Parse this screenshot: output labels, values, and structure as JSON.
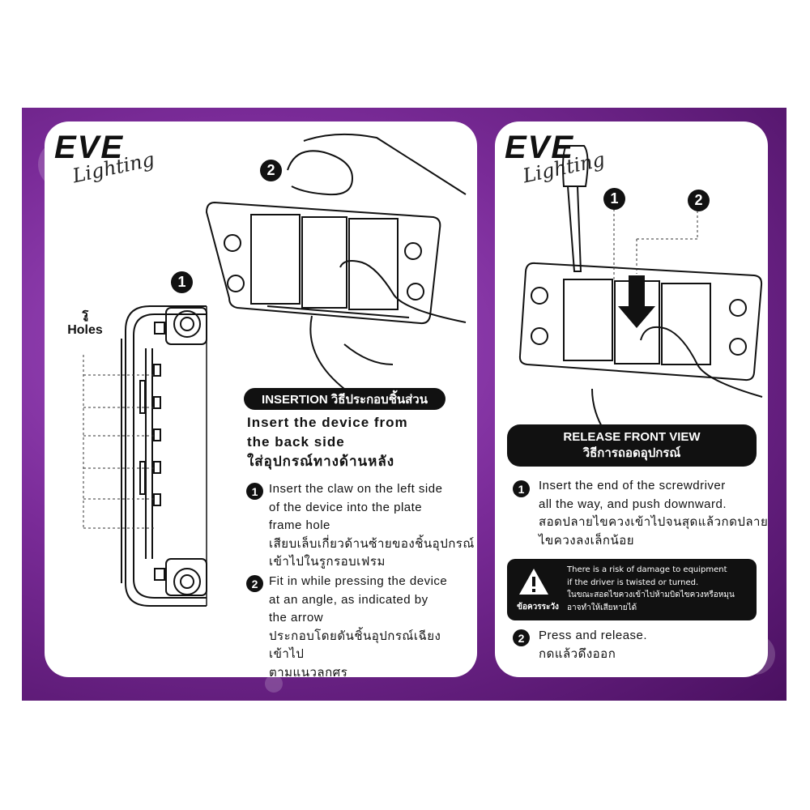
{
  "brand": {
    "name": "EVE",
    "tagline": "Lighting"
  },
  "left_card": {
    "step_markers": {
      "diagram": "1",
      "hand": "2"
    },
    "holes_label": {
      "thai": "รู",
      "english": "Holes"
    },
    "section_title": "INSERTION วิธีประกอบชิ้นส่วน",
    "heading": [
      "Insert the device from",
      "the back side",
      "ใส่อุปกรณ์ทางด้านหลัง"
    ],
    "steps": [
      {
        "number": "1",
        "lines": [
          "Insert the claw on the left side",
          "of the device into the plate",
          "frame hole",
          "เสียบเล็บเกี่ยวด้านซ้ายของชิ้นอุปกรณ์",
          "เข้าไปในรูกรอบเฟรม"
        ]
      },
      {
        "number": "2",
        "lines": [
          "Fit in while pressing the device",
          "at an angle, as indicated by",
          "the arrow",
          "ประกอบโดยดันชิ้นอุปกรณ์เฉียงเข้าไป",
          "ตามแนวลูกศร"
        ]
      }
    ]
  },
  "right_card": {
    "step_markers": {
      "screwdriver": "1",
      "press": "2"
    },
    "section_title": [
      "RELEASE FRONT VIEW",
      "วิธีการถอดอุปกรณ์"
    ],
    "steps": [
      {
        "number": "1",
        "lines": [
          "Insert the end of the screwdriver",
          "all the way, and push downward.",
          "สอดปลายไขควงเข้าไปจนสุดแล้วกดปลาย",
          "ไขควงลงเล็กน้อย"
        ]
      },
      {
        "number": "2",
        "lines": [
          "Press and release.",
          "กดแล้วดึงออก"
        ]
      }
    ],
    "warning": {
      "label": "ข้อควรระวัง",
      "lines": [
        "There is a risk of damage to equipment",
        "if the driver is twisted or turned.",
        "ในขณะสอดไขควงเข้าไปห้ามบิดไขควงหรือหมุน",
        "อาจทำให้เสียหายได้"
      ]
    }
  }
}
